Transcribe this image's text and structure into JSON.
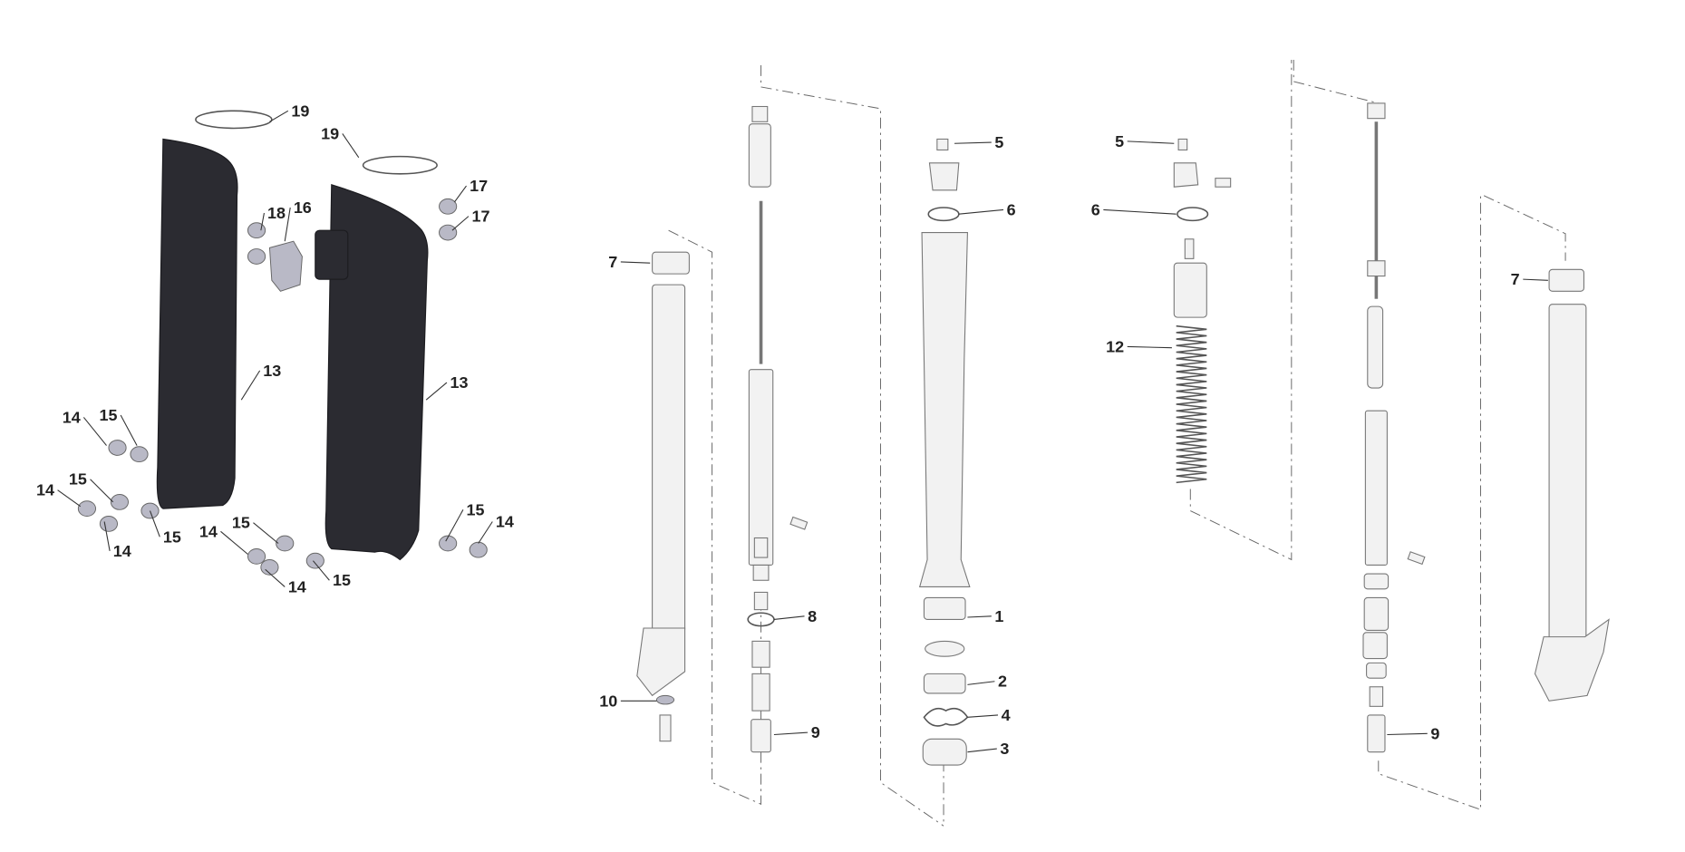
{
  "diagram": {
    "labels": [
      "19",
      "19",
      "17",
      "17",
      "18",
      "16",
      "13",
      "13",
      "14",
      "15",
      "14",
      "15",
      "15",
      "14",
      "14",
      "15",
      "14",
      "15",
      "15",
      "14",
      "7",
      "10",
      "8",
      "9",
      "5",
      "6",
      "1",
      "2",
      "4",
      "3",
      "5",
      "6",
      "12",
      "7",
      "9"
    ]
  },
  "colors": {
    "guard": "#2b2b31",
    "bolt": "#b9b9c6",
    "line": "#333333"
  }
}
